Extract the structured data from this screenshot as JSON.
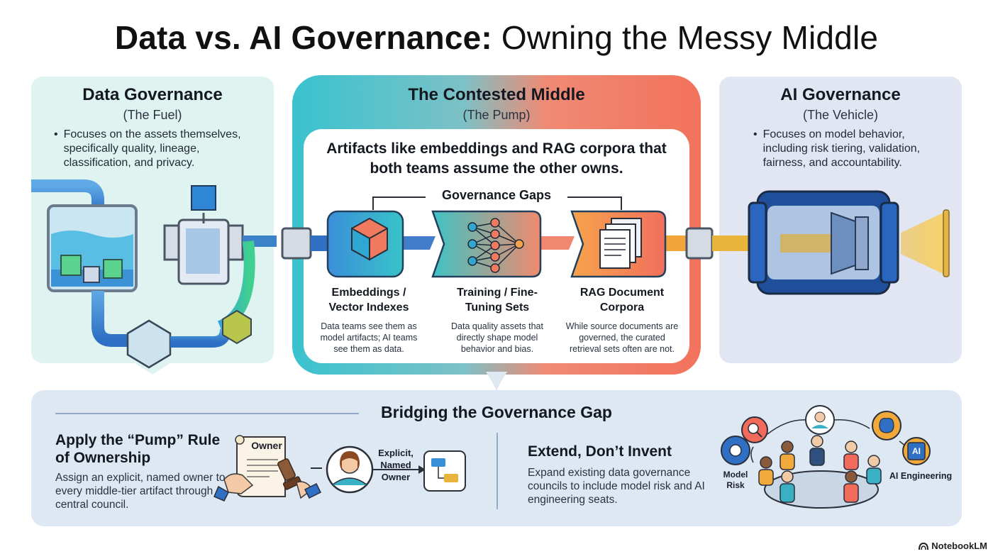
{
  "title": {
    "bold": "Data vs. AI Governance:",
    "light": "Owning the Messy Middle"
  },
  "data_governance": {
    "title": "Data Governance",
    "subtitle": "(The Fuel)",
    "bullet": "Focuses on the assets themselves, specifically quality, lineage, classification, and privacy."
  },
  "contested_middle": {
    "title": "The Contested Middle",
    "subtitle": "(The Pump)",
    "headline": "Artifacts like embeddings and RAG corpora that both teams assume the other owns.",
    "gaps_label": "Governance Gaps",
    "artifacts": [
      {
        "title": "Embeddings / Vector Indexes",
        "desc": "Data teams see them as model artifacts; AI teams see them as data."
      },
      {
        "title": "Training / Fine-Tuning Sets",
        "desc": "Data quality assets that directly shape model behavior and bias."
      },
      {
        "title": "RAG Document Corpora",
        "desc": "While source documents are governed, the curated retrieval sets often are not."
      }
    ]
  },
  "ai_governance": {
    "title": "AI Governance",
    "subtitle": "(The Vehicle)",
    "bullet": "Focuses on model behavior, including risk tiering, validation, fairness, and accountability."
  },
  "bridging": {
    "title": "Bridging the Governance Gap",
    "pump_rule": {
      "heading": "Apply the “Pump” Rule of Ownership",
      "text": "Assign an explicit, named owner to every middle-tier artifact through a central council.",
      "doc_label": "Owner",
      "arrow_label": "Explicit, Named Owner"
    },
    "extend": {
      "heading": "Extend, Don’t Invent",
      "text": "Expand existing data governance councils to include model risk and AI engineering seats.",
      "model_risk_label": "Model Risk",
      "ai_engineering_label": "AI Engineering",
      "ai_chip_text": "AI"
    }
  },
  "brand": "NotebookLM",
  "colors": {
    "teal": "#39c2cf",
    "coral": "#f2725d",
    "data_panel": "#dff4f1",
    "ai_panel": "#e1e6f2",
    "bridge_panel": "#dde8f3"
  }
}
